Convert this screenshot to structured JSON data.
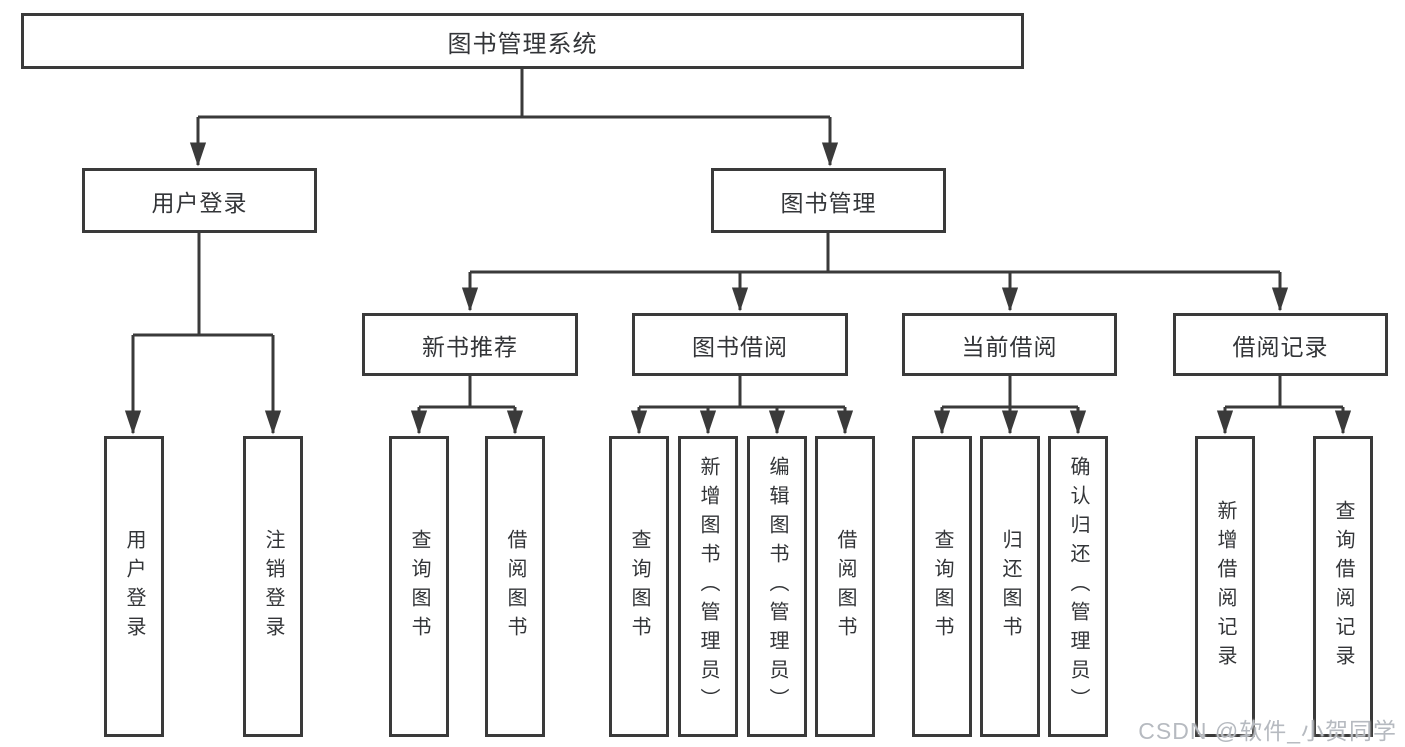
{
  "diagram": {
    "title": "图书管理系统",
    "colors": {
      "line": "#3a3a3a",
      "box_border": "#3a3a3a",
      "text": "#333538",
      "background": "#ffffff",
      "watermark": "#b6bac0"
    },
    "watermark": "CSDN @软件_小贺同学",
    "nodes": {
      "root": {
        "label": "图书管理系统"
      },
      "level2": [
        {
          "id": "user-login",
          "label": "用户登录"
        },
        {
          "id": "book-management",
          "label": "图书管理"
        }
      ],
      "level3": [
        {
          "id": "new-book-recommend",
          "label": "新书推荐"
        },
        {
          "id": "book-borrowing",
          "label": "图书借阅"
        },
        {
          "id": "current-borrowing",
          "label": "当前借阅"
        },
        {
          "id": "borrowing-records",
          "label": "借阅记录"
        }
      ],
      "leaves": [
        {
          "id": "leaf-user-login",
          "parent": "user-login",
          "label": "用户登录"
        },
        {
          "id": "leaf-logout",
          "parent": "user-login",
          "label": "注销登录"
        },
        {
          "id": "leaf-query-books-recommend",
          "parent": "new-book-recommend",
          "label": "查询图书"
        },
        {
          "id": "leaf-borrow-book-recommend",
          "parent": "new-book-recommend",
          "label": "借阅图书"
        },
        {
          "id": "leaf-query-books-borrowing",
          "parent": "book-borrowing",
          "label": "查询图书"
        },
        {
          "id": "leaf-add-book-admin",
          "parent": "book-borrowing",
          "label": "新增图书（管理员）"
        },
        {
          "id": "leaf-edit-book-admin",
          "parent": "book-borrowing",
          "label": "编辑图书（管理员）"
        },
        {
          "id": "leaf-borrow-book",
          "parent": "book-borrowing",
          "label": "借阅图书"
        },
        {
          "id": "leaf-query-books-current",
          "parent": "current-borrowing",
          "label": "查询图书"
        },
        {
          "id": "leaf-return-book",
          "parent": "current-borrowing",
          "label": "归还图书"
        },
        {
          "id": "leaf-confirm-return-admin",
          "parent": "current-borrowing",
          "label": "确认归还（管理员）"
        },
        {
          "id": "leaf-add-borrow-record",
          "parent": "borrowing-records",
          "label": "新增借阅记录"
        },
        {
          "id": "leaf-query-borrow-record",
          "parent": "borrowing-records",
          "label": "查询借阅记录"
        }
      ]
    }
  }
}
